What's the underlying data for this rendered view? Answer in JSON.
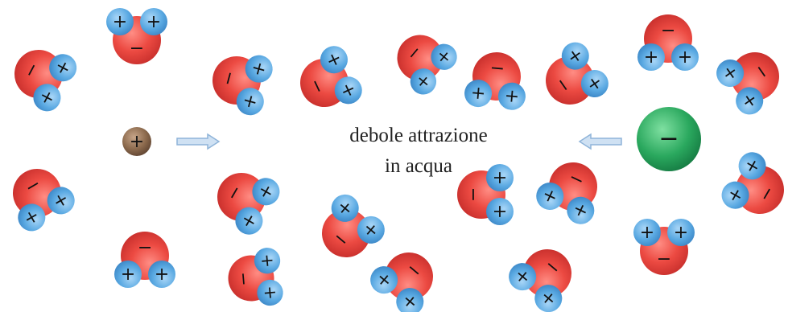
{
  "caption": {
    "line1": "debole attrazione",
    "line2": "in acqua"
  },
  "ions": {
    "cation": {
      "sign": "+"
    },
    "anion": {
      "sign": "−"
    }
  },
  "water_molecule": {
    "oxygen_sign": "−",
    "hydrogen_sign": "+"
  },
  "arrows": [
    "arrow-right",
    "arrow-left"
  ],
  "colors": {
    "oxygen": "#e8453f",
    "hydrogen": "#5aa9e2",
    "cation": "#8c6a4d",
    "anion": "#2aa85e",
    "arrow": "#b9d4ee",
    "outline": "#222222"
  }
}
